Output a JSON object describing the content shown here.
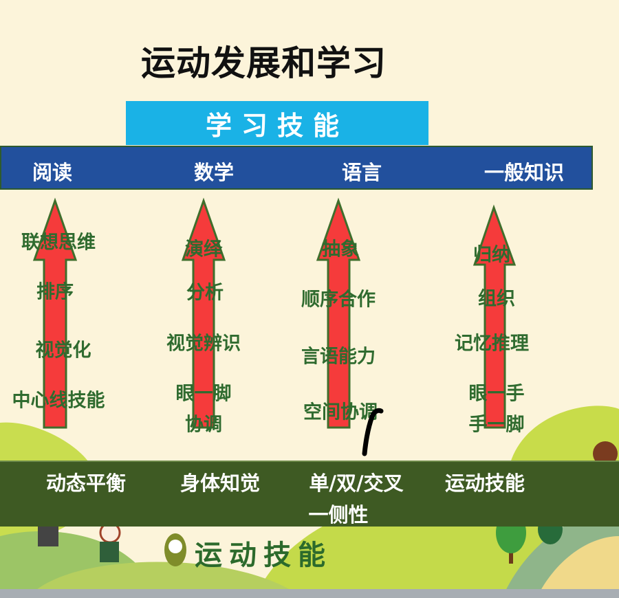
{
  "title": "运动发展和学习",
  "learning_skills": {
    "header": "学习技能",
    "subjects": [
      "阅读",
      "数学",
      "语言",
      "一般知识"
    ]
  },
  "columns": [
    {
      "items": [
        "联想思维",
        "排序",
        "视觉化",
        "中心线技能"
      ]
    },
    {
      "items": [
        "演绎",
        "分析",
        "视觉辨识",
        "眼一脚",
        "协调"
      ]
    },
    {
      "items": [
        "抽象",
        "顺序合作",
        "言语能力",
        "空间协调"
      ]
    },
    {
      "items": [
        "归纳",
        "组织",
        "记忆推理",
        "眼一手",
        "手一脚"
      ]
    }
  ],
  "motor_bar": {
    "items": [
      "动态平衡",
      "身体知觉",
      "单/双/交叉",
      "一侧性",
      "运动技能"
    ]
  },
  "footer_label": "运动技能",
  "colors": {
    "background": "#fcf4da",
    "cyan": "#1ab2e6",
    "blue": "#22509d",
    "green_bar": "#3e5a23",
    "arrow": "#f53b3b",
    "text_green": "#2f6b2f"
  }
}
